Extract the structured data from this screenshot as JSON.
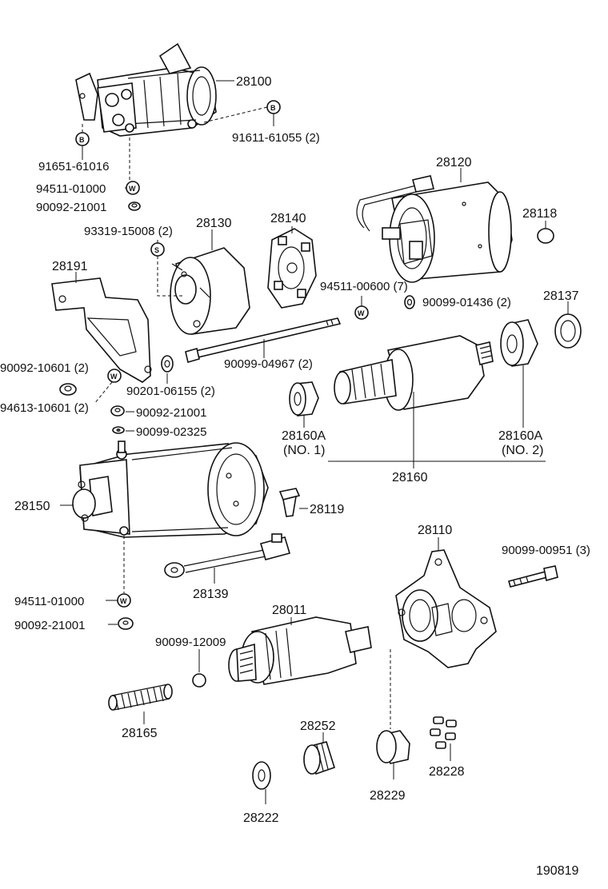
{
  "labels": {
    "p28100": "28100",
    "p91611": "91611-61055 (2)",
    "p91651": "91651-61016",
    "p94511a": "94511-01000",
    "p90092a": "90092-21001",
    "p28120": "28120",
    "p28118": "28118",
    "p28130": "28130",
    "p28140": "28140",
    "p93319": "93319-15008 (2)",
    "p28191": "28191",
    "p94511b": "94511-00600 (7)",
    "p90099a": "90099-01436 (2)",
    "p28137": "28137",
    "p90092b": "90092-10601 (2)",
    "p90099b": "90099-04967 (2)",
    "p90201": "90201-06155 (2)",
    "p94613": "94613-10601 (2)",
    "p90092c": "90092-21001",
    "p90099c": "90099-02325",
    "p28160A1": "28160A",
    "p28160A1sub": "(NO. 1)",
    "p28160A2": "28160A",
    "p28160A2sub": "(NO. 2)",
    "p28160": "28160",
    "p28150": "28150",
    "p28119": "28119",
    "p28110": "28110",
    "p90099d": "90099-00951 (3)",
    "p28139": "28139",
    "p94511c": "94511-01000",
    "p90092d": "90092-21001",
    "p28011": "28011",
    "p90099e": "90099-12009",
    "p28165": "28165",
    "p28252": "28252",
    "p28228": "28228",
    "p28229": "28229",
    "p28222": "28222",
    "figure_number": "190819"
  },
  "symbols": {
    "bolt": "B",
    "washer": "W",
    "screw": "S"
  }
}
